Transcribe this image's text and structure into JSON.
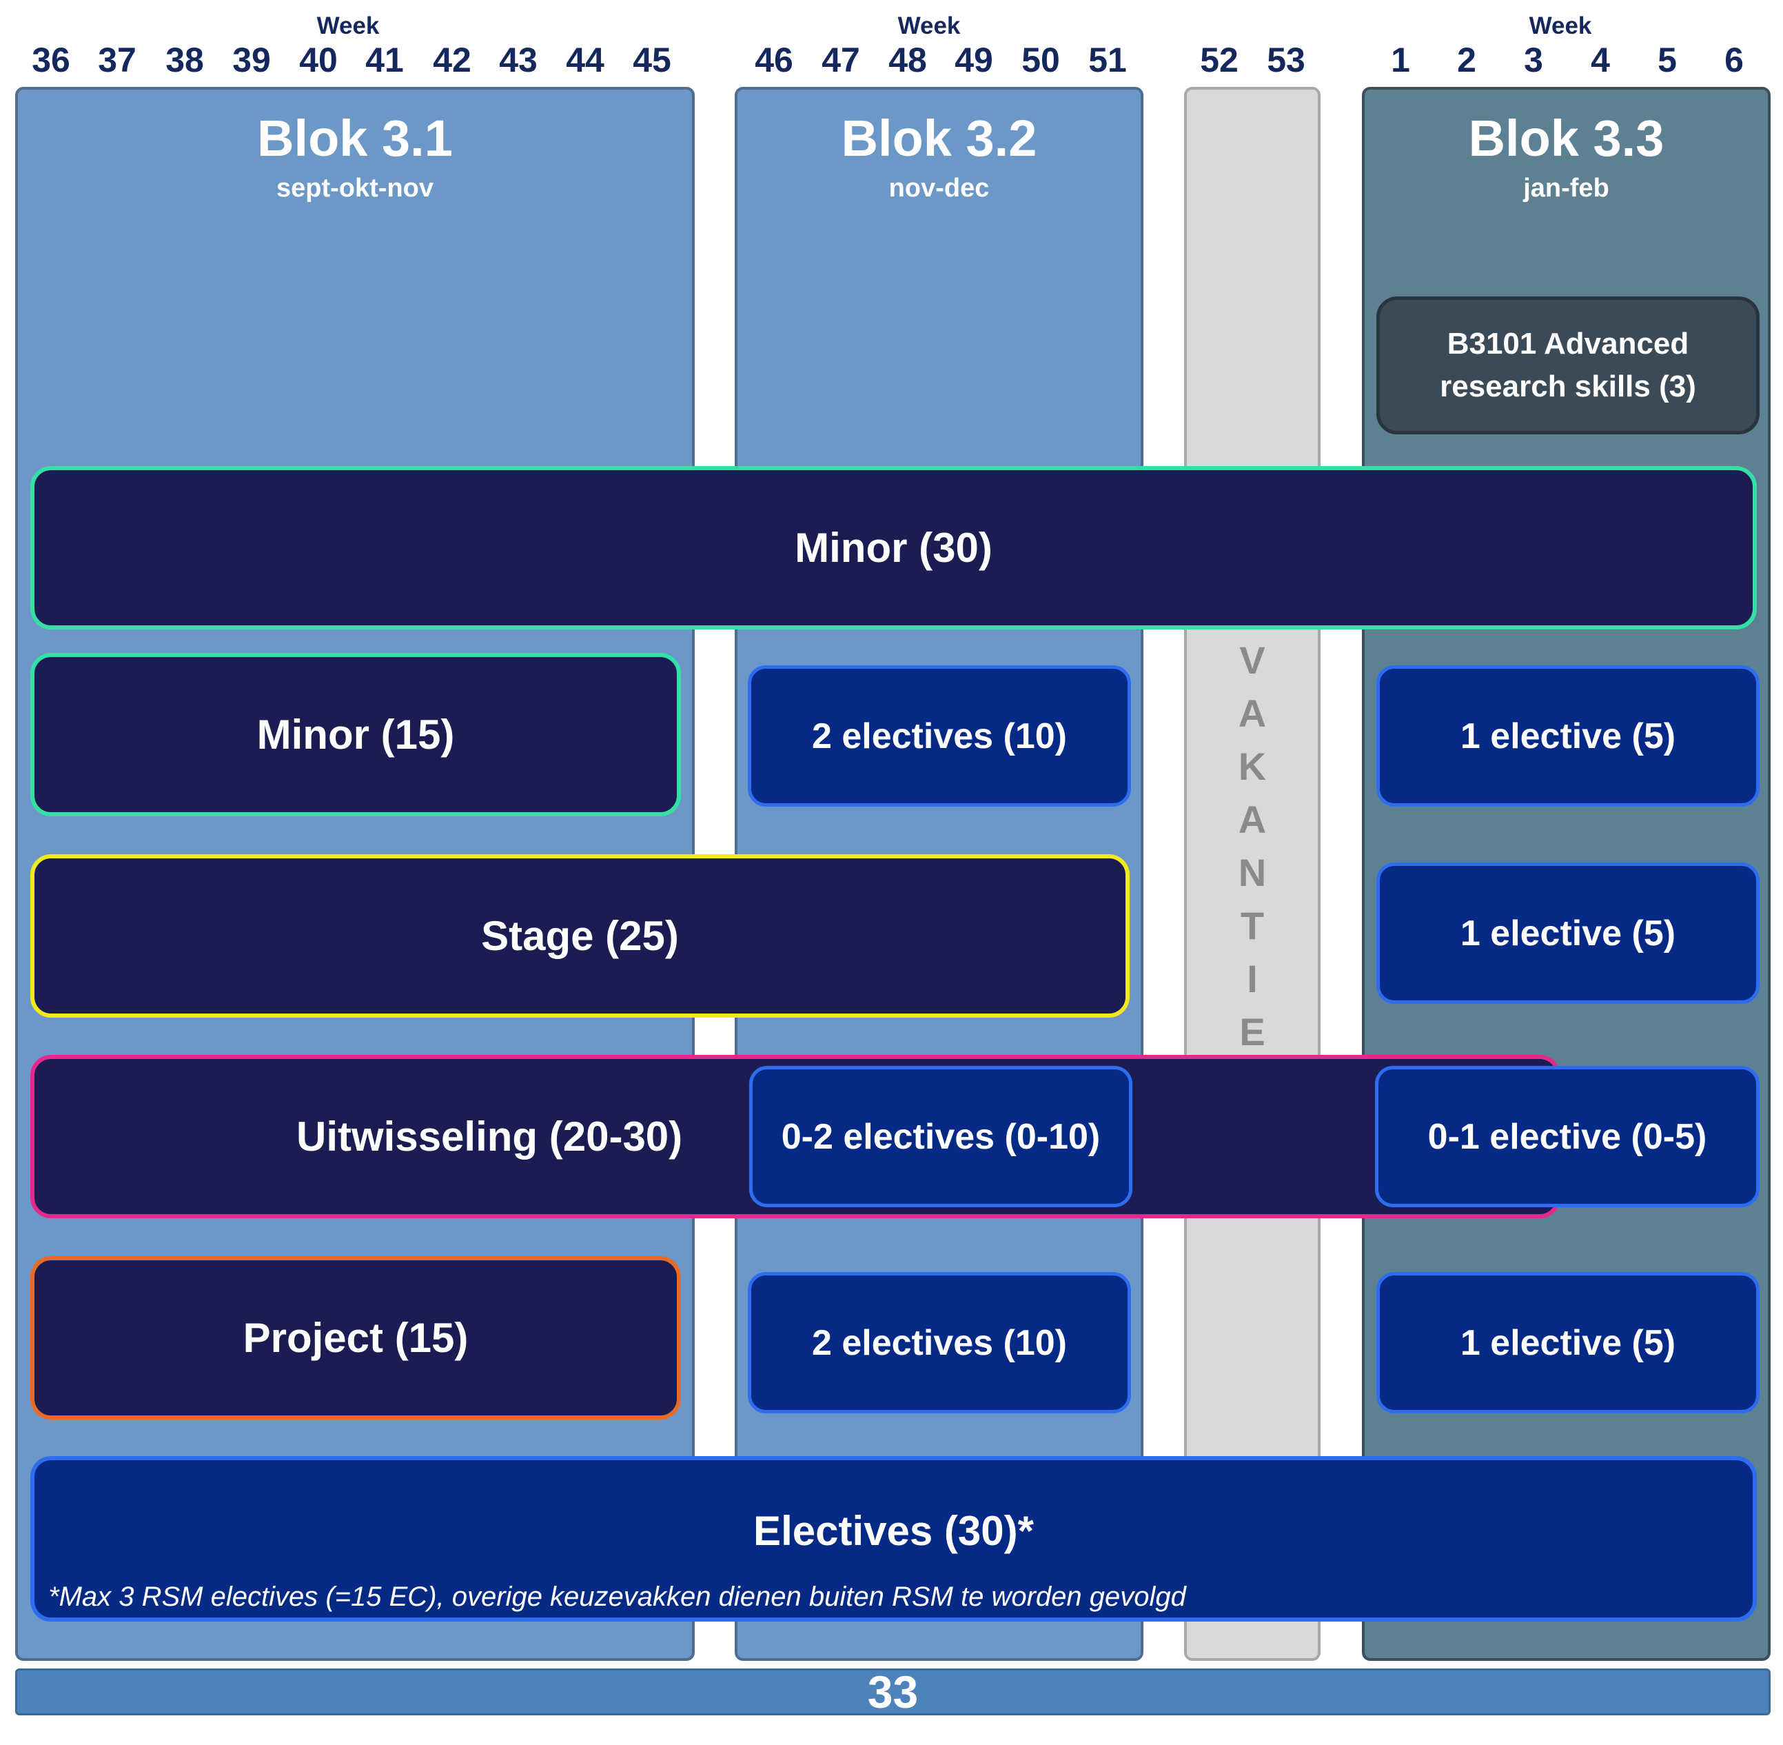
{
  "header": {
    "week_label": "Week",
    "weeks_31": [
      "36",
      "37",
      "38",
      "39",
      "40",
      "41",
      "42",
      "43",
      "44",
      "45"
    ],
    "weeks_32": [
      "46",
      "47",
      "48",
      "49",
      "50",
      "51"
    ],
    "weeks_vak": [
      "52",
      "53"
    ],
    "weeks_33": [
      "1",
      "2",
      "3",
      "4",
      "5",
      "6"
    ]
  },
  "blocks": {
    "b31": {
      "title": "Blok 3.1",
      "subtitle": "sept-okt-nov"
    },
    "b32": {
      "title": "Blok 3.2",
      "subtitle": "nov-dec"
    },
    "b33": {
      "title": "Blok 3.3",
      "subtitle": "jan-feb"
    },
    "vakantie_letters": [
      "V",
      "A",
      "K",
      "A",
      "N",
      "T",
      "I",
      "E"
    ]
  },
  "courses": {
    "advanced_line1": "B3101 Advanced",
    "advanced_line2": "research skills (3)",
    "minor30": "Minor (30)",
    "minor15": "Minor (15)",
    "stage": "Stage (25)",
    "uitwisseling": "Uitwisseling (20-30)",
    "project": "Project (15)",
    "electives_32_row1": "2 electives (10)",
    "elective_33_row1": "1 elective (5)",
    "elective_33_row2": "1 elective (5)",
    "electives_32_row3": "0-2 electives (0-10)",
    "elective_33_row3": "0-1 elective (0-5)",
    "electives_32_row4": "2 electives (10)",
    "elective_33_row4": "1 elective (5)",
    "electives_all": "Electives (30)*",
    "electives_note": "*Max 3 RSM electives (=15 EC), overige keuzevakken dienen buiten RSM te worden gevolgd"
  },
  "footer": {
    "number": "33"
  },
  "colors": {
    "navy_text": "#14285e",
    "block_blue": "#6b98c7",
    "block_33": "#5e8093",
    "vakantie_grey": "#d9d9d9",
    "dark_box": "#1a1c52",
    "elective_box": "#052a86",
    "elective_border": "#2f6df0",
    "minor_border": "#34e0a6",
    "stage_border": "#f2ea1a",
    "uitwisseling_border": "#e5298c",
    "project_border": "#e86b2a"
  }
}
